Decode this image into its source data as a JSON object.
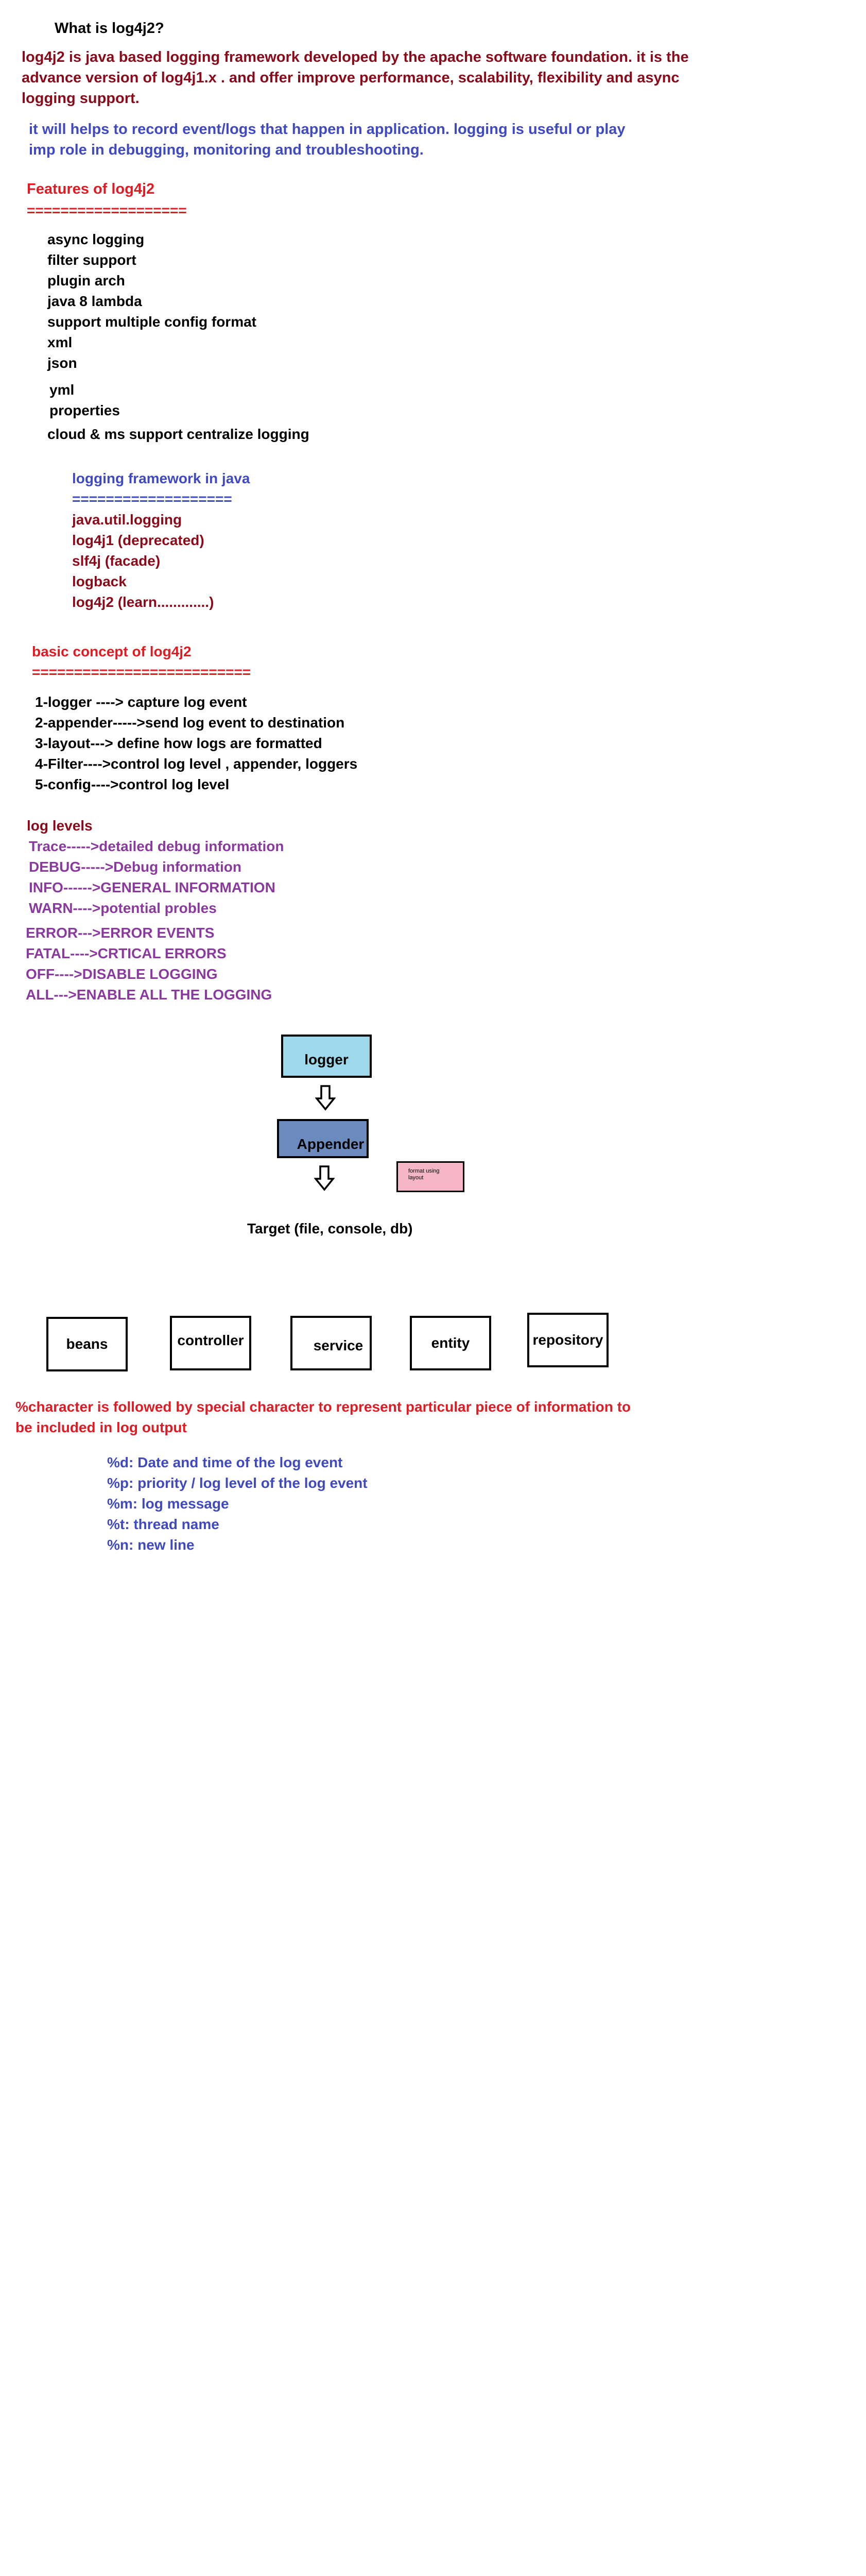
{
  "title": "What is log4j2?",
  "intro": [
    "log4j2 is java based logging framework developed by the apache software foundation. it is the",
    "advance version of log4j1.x . and offer improve performance, scalability, flexibility and async",
    "logging support."
  ],
  "purpose": [
    "it will helps to record event/logs that happen in application. logging is useful or play",
    "imp role in debugging, monitoring and troubleshooting."
  ],
  "features": {
    "heading": "Features of log4j2",
    "underline": "===================",
    "items": [
      "async logging",
      "filter support",
      "plugin arch",
      "java 8 lambda",
      "support multiple config format",
      "xml",
      "json",
      "yml",
      "properties",
      "cloud & ms support centralize logging"
    ]
  },
  "frameworks": {
    "heading": "logging framework in java",
    "underline": "===================",
    "items": [
      "java.util.logging",
      "log4j1 (deprecated)",
      "slf4j (facade)",
      "logback",
      "log4j2 (learn.............)"
    ]
  },
  "concepts": {
    "heading": "basic concept of log4j2",
    "underline": "==========================",
    "items": [
      "1-logger ----> capture log event",
      "2-appender----->send log event to destination",
      "3-layout---> define how logs are formatted",
      "4-Filter---->control log level , appender, loggers",
      "5-config---->control log level"
    ]
  },
  "levels": {
    "heading": "log levels",
    "items": [
      "Trace----->detailed debug information",
      "DEBUG----->Debug information",
      "INFO------>GENERAL INFORMATION",
      "WARN---->potential probles",
      "ERROR--->ERROR EVENTS",
      "FATAL---->CRTICAL ERRORS",
      "OFF---->DISABLE LOGGING",
      "ALL--->ENABLE ALL THE LOGGING"
    ]
  },
  "flow": {
    "logger": "logger",
    "appender": "Appender",
    "layout_note": "format using layout",
    "target": "Target (file, console, db)",
    "colors": {
      "logger": "#9dd9ea",
      "appender": "#6b8bbf",
      "note": "#f7b6c8"
    }
  },
  "layers": [
    "beans",
    "controller",
    "service",
    "entity",
    "repository"
  ],
  "pattern": {
    "intro": [
      "%character is followed by special character to represent  particular piece of information to",
      "be included in log output"
    ],
    "items": [
      "%d: Date and time of the log event",
      "%p: priority / log level of the log event",
      "%m: log message",
      "%t: thread name",
      "%n: new line"
    ]
  }
}
